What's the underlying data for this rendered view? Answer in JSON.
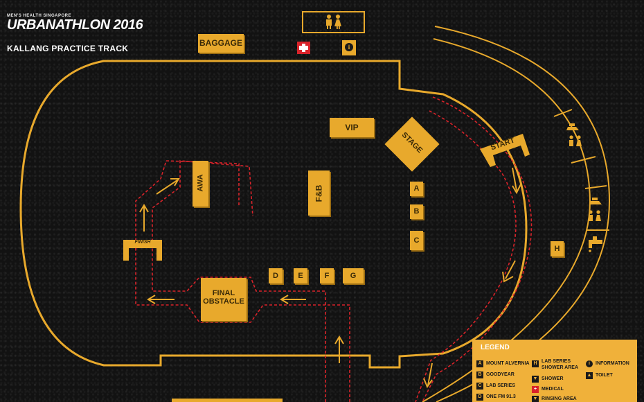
{
  "header": {
    "brand_top": "MEN'S HEALTH SINGAPORE",
    "brand_main": "URBANATHLON 2016",
    "subtitle": "KALLANG PRACTICE TRACK"
  },
  "places": {
    "baggage": "BAGGAGE",
    "vip": "VIP",
    "stage": "STAGE",
    "start": "START",
    "fnb": "F&B",
    "awa": "AWA",
    "finish": "FINISH",
    "final_obstacle_1": "FINAL",
    "final_obstacle_2": "OBSTACLE",
    "h": "H"
  },
  "booths": {
    "a": "A",
    "b": "B",
    "c": "C",
    "d": "D",
    "e": "E",
    "f": "F",
    "g": "G"
  },
  "legend": {
    "title": "LEGEND",
    "items": [
      {
        "key": "A",
        "label": "MOUNT ALVERNIA"
      },
      {
        "key": "B",
        "label": "GOODYEAR"
      },
      {
        "key": "C",
        "label": "LAB SERIES"
      },
      {
        "key": "D",
        "label": "ONE FM 91.3"
      },
      {
        "key": "H",
        "label": "LAB SERIES SHOWER AREA"
      },
      {
        "key": "",
        "label": "SHOWER"
      },
      {
        "key": "",
        "label": "MEDICAL"
      },
      {
        "key": "",
        "label": "RINSING AREA"
      },
      {
        "key": "i",
        "label": "INFORMATION"
      },
      {
        "key": "",
        "label": "TOILET"
      }
    ]
  },
  "colors": {
    "track": "#e8a92c",
    "route": "#d9232a",
    "background": "#121212"
  }
}
